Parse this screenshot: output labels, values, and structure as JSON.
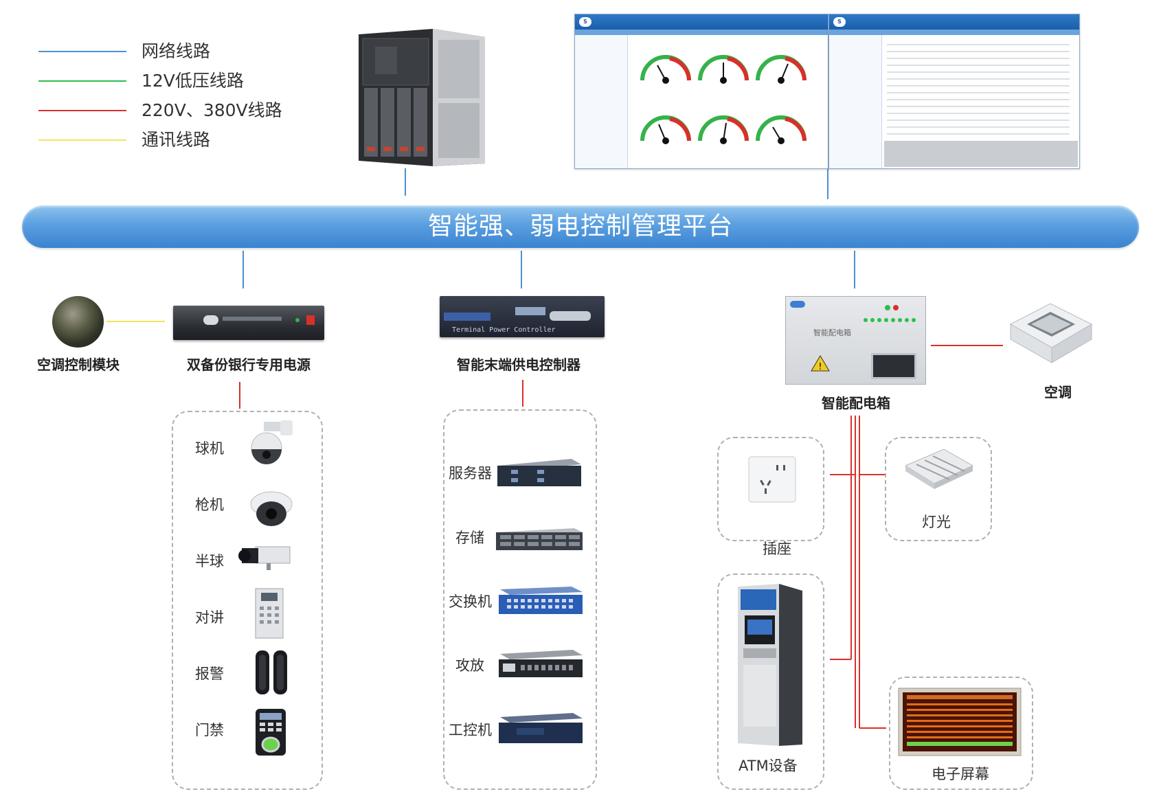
{
  "legend": [
    {
      "label": "网络线路",
      "color": "#4a8fd4"
    },
    {
      "label": "12V低压线路",
      "color": "#2dbf4b"
    },
    {
      "label": "220V、380V线路",
      "color": "#d8302a"
    },
    {
      "label": "通讯线路",
      "color": "#f2e45a"
    }
  ],
  "platform": {
    "title": "智能强、弱电控制管理平台"
  },
  "top": {
    "server_icon": "blade-server-icon",
    "screen_icon": "monitoring-software-screenshots"
  },
  "devices": {
    "ac_module": {
      "label": "空调控制模块"
    },
    "ups": {
      "label": "双备份银行专用电源"
    },
    "power_controller": {
      "label": "智能末端供电控制器",
      "panel_text": "Terminal Power Controller"
    },
    "distribution_box": {
      "label": "智能配电箱",
      "panel_text": "智能配电箱"
    },
    "air_conditioner": {
      "label": "空调"
    }
  },
  "ups_group": [
    {
      "label": "球机",
      "icon": "dome-camera-icon"
    },
    {
      "label": "枪机",
      "icon": "bullet-camera-icon"
    },
    {
      "label": "半球",
      "icon": "box-camera-icon"
    },
    {
      "label": "对讲",
      "icon": "intercom-icon"
    },
    {
      "label": "报警",
      "icon": "alarm-sensor-icon"
    },
    {
      "label": "门禁",
      "icon": "access-control-icon"
    }
  ],
  "controller_group": [
    {
      "label": "服务器",
      "icon": "server-icon"
    },
    {
      "label": "存储",
      "icon": "storage-icon"
    },
    {
      "label": "交换机",
      "icon": "switch-icon"
    },
    {
      "label": "攻放",
      "icon": "amplifier-icon"
    },
    {
      "label": "工控机",
      "icon": "industrial-pc-icon"
    }
  ],
  "distribution_group": [
    {
      "label": "插座",
      "icon": "socket-icon"
    },
    {
      "label": "灯光",
      "icon": "light-icon"
    },
    {
      "label": "ATM设备",
      "icon": "atm-icon"
    },
    {
      "label": "电子屏幕",
      "icon": "led-screen-icon"
    }
  ],
  "colors": {
    "network": "#4a8fd4",
    "low_voltage": "#2dbf4b",
    "power": "#d8302a",
    "comm": "#f2e45a",
    "platform_bar": "#5b9fe0"
  }
}
